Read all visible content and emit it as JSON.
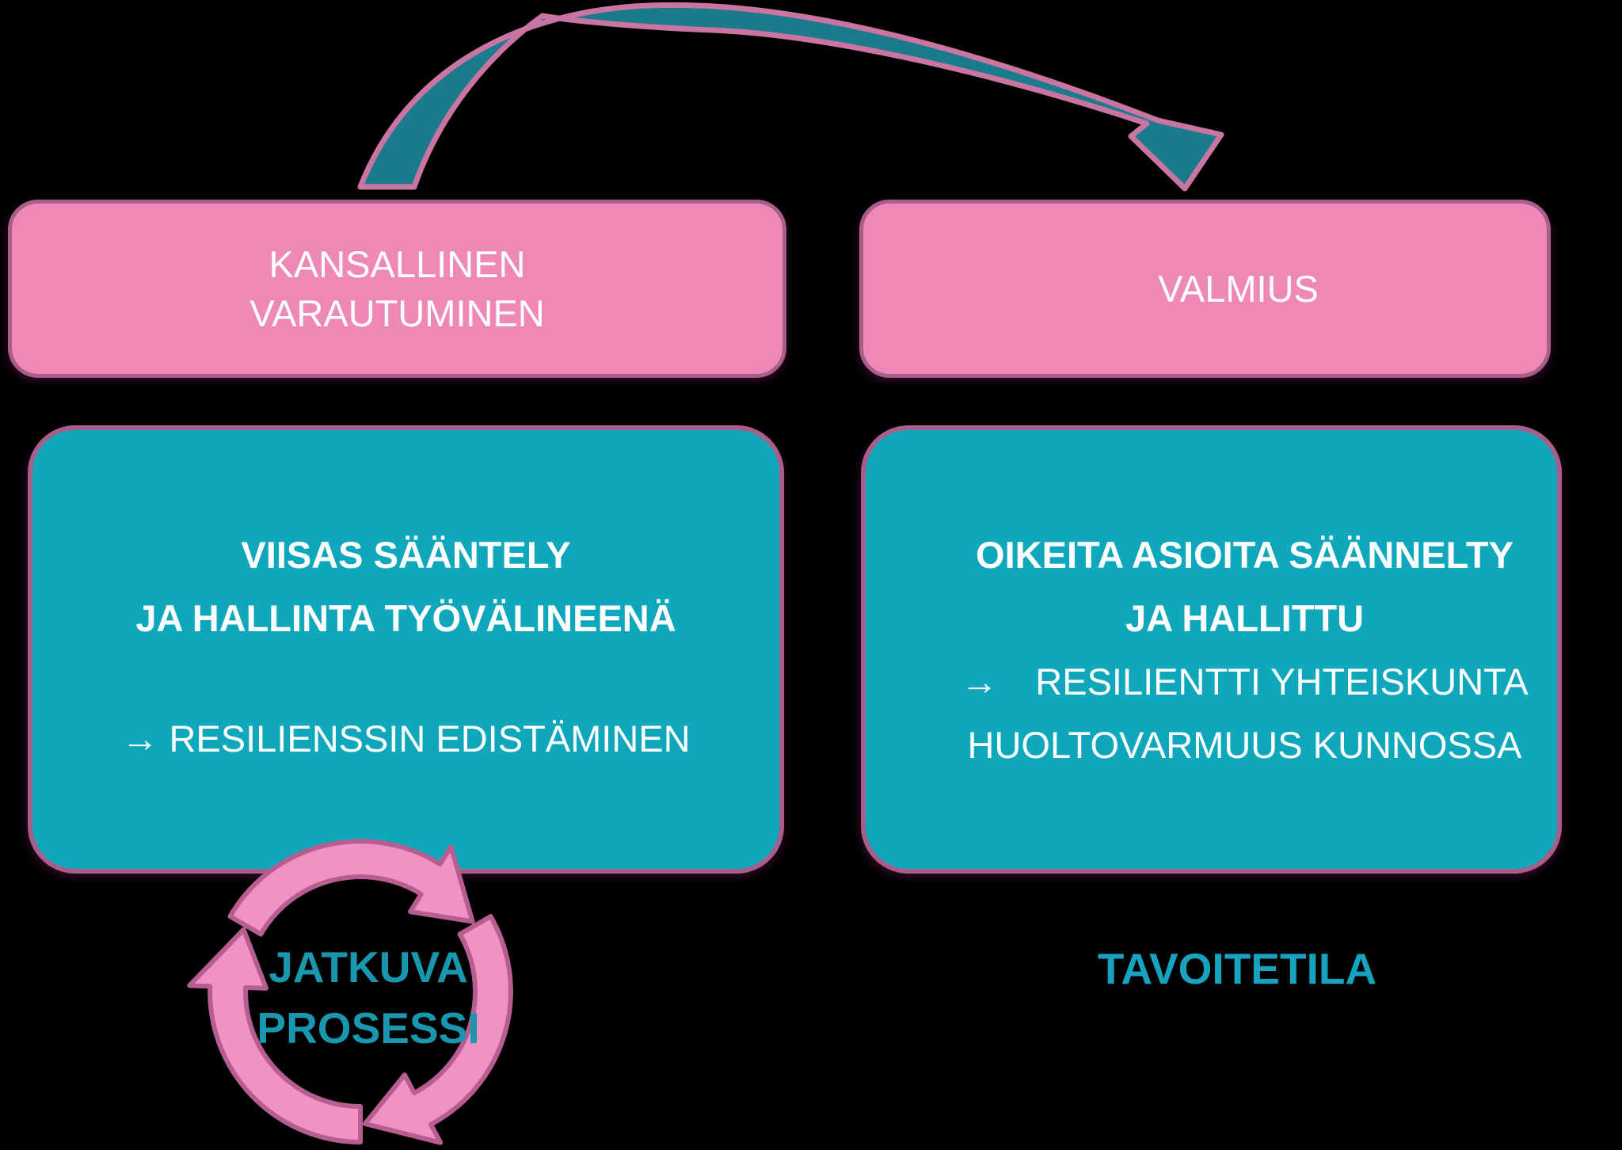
{
  "palette": {
    "background": "#000000",
    "pink_box_fill": "#ee88b7",
    "teal_box_fill": "#0ea7bb",
    "box_border": "#a85e89",
    "box_text": "#ffffff",
    "big_arrow_fill": "#1a7b8d",
    "big_arrow_outline": "#ca74a2",
    "cycle_arrow_fill": "#f193c2",
    "cycle_arrow_outline": "#b65e92",
    "cycle_label_color": "#1897ae",
    "goal_label_color": "#16a3bf"
  },
  "left_column": {
    "top_box": {
      "line1": "KANSALLINEN",
      "line2": "VARAUTUMINEN"
    },
    "main_box": {
      "heading_line1": "VIISAS SÄÄNTELY",
      "heading_line2": "JA HALLINTA TYÖVÄLINEENÄ",
      "arrow_line": "→ RESILIENSSIN EDISTÄMINEN"
    },
    "cycle_label": {
      "line1": "JATKUVA",
      "line2": "PROSESSI"
    }
  },
  "right_column": {
    "top_box": {
      "line1": "VALMIUS"
    },
    "main_box": {
      "heading_line1": "OIKEITA ASIOITA SÄÄNNELTY",
      "heading_line2": "JA HALLITTU",
      "arrow_line1": "→ RESILIENTTI YHTEISKUNTA",
      "arrow_line2": "HUOLTOVARMUUS KUNNOSSA"
    },
    "goal_label": "TAVOITETILA"
  }
}
